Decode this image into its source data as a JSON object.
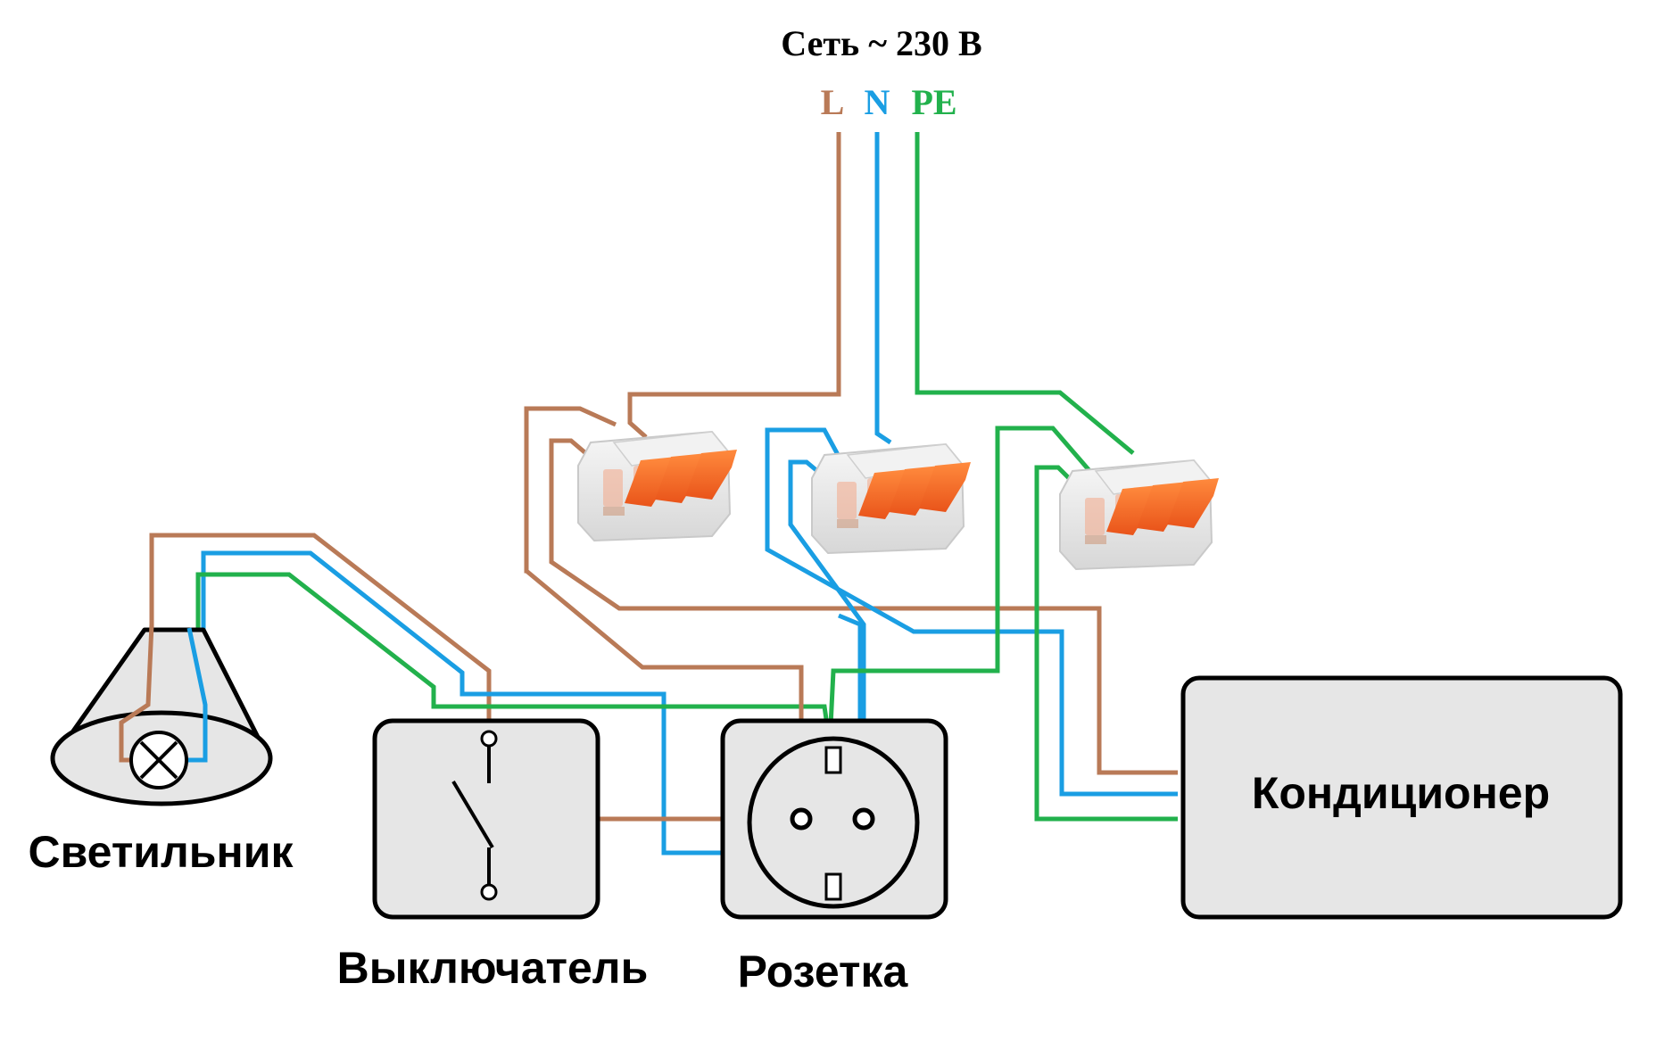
{
  "network": {
    "title": "Сеть ~ 230 В",
    "phase_label": "L",
    "neutral_label": "N",
    "earth_label": "PE"
  },
  "components": {
    "lamp_label": "Светильник",
    "switch_label": "Выключатель",
    "socket_label": "Розетка",
    "ac_label": "Кондиционер"
  },
  "connectors": [
    {
      "name": "phase-connector"
    },
    {
      "name": "neutral-connector"
    },
    {
      "name": "earth-connector"
    }
  ],
  "colors": {
    "phase": "#b97a57",
    "neutral": "#1a9ee3",
    "earth": "#22b14c",
    "connector_lever": "#ff6a1f",
    "connector_body": "#e8e8e8",
    "box_fill": "#e6e6e6"
  }
}
